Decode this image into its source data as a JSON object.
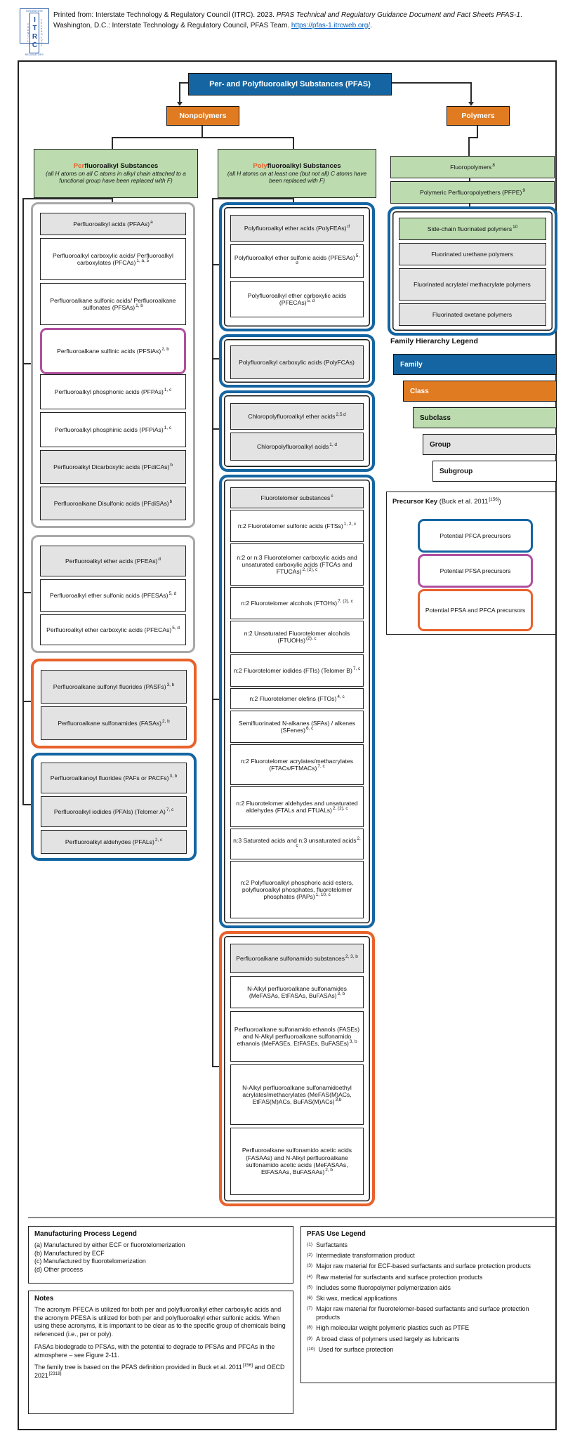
{
  "header": {
    "logo": {
      "center": "ITRC",
      "top": "INTERSTATE",
      "bottom": "REGULATORY",
      "left": "COUNCIL",
      "right": "TECHNOLOGY"
    },
    "citation": {
      "prefix": "Printed from: Interstate Technology & Regulatory Council (ITRC). 2023. ",
      "title_italic": "PFAS Technical and Regulatory Guidance Document and Fact Sheets PFAS-1",
      "middle": ". Washington, D.C.: Interstate Technology & Regulatory Council, PFAS Team. ",
      "link": "https://pfas-1.itrcweb.org/",
      "suffix": "."
    }
  },
  "tree": {
    "family": "Per- and Polyfluoroalkyl Substances (PFAS)",
    "nonpolymers": "Nonpolymers",
    "polymers": "Polymers"
  },
  "left": {
    "header": {
      "highlight": "Per",
      "title": "fluoroalkyl Substances",
      "subtitle": "(all H atoms on all C atoms in alkyl chain attached to a functional group have been replaced with F)"
    },
    "g1": [
      {
        "label": "Perfluoroalkyl acids (PFAAs)",
        "sup": "a"
      },
      {
        "label": "Perfluoroalkyl carboxylic acids/ Perfluoroalkyl carboxylates (PFCAs)",
        "sup": "1, a, 5"
      },
      {
        "label": "Perfluoroalkane sulfonic acids/ Perfluoroalkane sulfonates (PFSAs)",
        "sup": "1, b"
      },
      {
        "label": "Perfluoroalkane sulfinic acids (PFSiAs)",
        "sup": "2, b"
      },
      {
        "label": "Perfluoroalkyl phosphonic acids (PFPAs)",
        "sup": "1, c"
      },
      {
        "label": "Perfluoroalkyl phosphinic acids (PFPiAs)",
        "sup": "1, c"
      },
      {
        "label": "Perfluoroalkyl Dicarboxylic acids (PFdiCAs)",
        "sup": "b"
      },
      {
        "label": "Perfluoroalkane Disulfonic acids (PFdiSAs)",
        "sup": "b"
      }
    ],
    "g2": [
      {
        "label": "Perfluoroalkyl ether acids (PFEAs)",
        "sup": "d"
      },
      {
        "label": "Perfluoroalkyl ether sulfonic acids (PFESAs)",
        "sup": "5, d"
      },
      {
        "label": "Perfluoroalkyl ether carboxylic acids (PFECAs)",
        "sup": "5, d"
      }
    ],
    "g3": [
      {
        "label": "Perfluoroalkane sulfonyl fluorides (PASFs)",
        "sup": "3, b"
      },
      {
        "label": "Perfluoroalkane sulfonamides (FASAs)",
        "sup": "2, b"
      }
    ],
    "g4": [
      {
        "label": "Perfluoroalkanoyl fluorides (PAFs or PACFs)",
        "sup": "3, b"
      },
      {
        "label": "Perfluoroalkyl iodides (PFAIs) (Telomer A)",
        "sup": "7, c"
      },
      {
        "label": "Perfluoroalkyl aldehydes (PFALs)",
        "sup": "2, c"
      }
    ]
  },
  "mid": {
    "header": {
      "highlight": "Poly",
      "title": "fluoroalkyl Substances",
      "subtitle": "(all H atoms on at least one (but not all) C atoms have been replaced with F)"
    },
    "gA": [
      {
        "label": "Polyfluoroalkyl ether acids (PolyFEAs)",
        "sup": "d"
      },
      {
        "label": "Polyfluoroalkyl ether sulfonic acids (PFESAs)",
        "sup": "5, d"
      },
      {
        "label": "Polyfluoroalkyl ether carboxylic acids (PFECAs)",
        "sup": "5, d"
      }
    ],
    "gB": [
      {
        "label": "Polyfluoroalkyl carboxylic acids (PolyFCAs)",
        "sup": ""
      }
    ],
    "gC": [
      {
        "label": "Chloropolyfluoroalkyl ether acids",
        "sup": "2,5,d"
      },
      {
        "label": "Chloropolyfluoroalkyl acids",
        "sup": "1, d"
      }
    ],
    "gD": [
      {
        "label": "Fluorotelomer substances",
        "sup": "c"
      },
      {
        "label": "n:2 Fluorotelomer sulfonic acids (FTSs)",
        "sup": "1, 2, c"
      },
      {
        "label": "n:2 or n:3 Fluorotelomer carboxylic acids and unsaturated carboxylic acids (FTCAs and FTUCAs)",
        "sup": "2, (2), c"
      },
      {
        "label": "n:2 Fluorotelomer alcohols (FTOHs)",
        "sup": "7, (2), c"
      },
      {
        "label": "n:2 Unsaturated Fluorotelomer alcohols (FTUOHs)",
        "sup": "(2), c"
      },
      {
        "label": "n:2 Fluorotelomer iodides (FTIs) (Telomer B)",
        "sup": "7, c"
      },
      {
        "label": "n:2 Fluorotelomer olefins (FTOs)",
        "sup": "4, c"
      },
      {
        "label": "Semifluorinated N-alkanes (SFAs) / alkenes (SFenes)",
        "sup": "6, c"
      },
      {
        "label": "n:2 Fluorotelomer acrylates/methacrylates (FTACs/FTMACs)",
        "sup": "7, c"
      },
      {
        "label": "n:2 Fluorotelomer aldehydes and unsaturated aldehydes (FTALs and FTUALs)",
        "sup": "2, (2), c"
      },
      {
        "label": "n:3 Saturated acids and n:3 unsaturated acids",
        "sup": "2, c"
      },
      {
        "label": "n:2 Polyfluoroalkyl phosphoric acid esters, polyfluoroalkyl phosphates, fluorotelomer phosphates (PAPs)",
        "sup": "1, 10, c"
      }
    ],
    "gE": [
      {
        "label": "Perfluoroalkane sulfonamido substances",
        "sup": "2, 3, b"
      },
      {
        "label": "N-Alkyl perfluoroalkane sulfonamides (MeFASAs, EtFASAs, BuFASAs)",
        "sup": "3, b"
      },
      {
        "label": "Perfluoroalkane sulfonamido ethanols (FASEs) and N-Alkyl perfluoroalkane sulfonamido ethanols (MeFASEs, EtFASEs, BuFASEs)",
        "sup": "3, b"
      },
      {
        "label": "N-Alkyl perfluoroalkane sulfonamidoethyl acrylates/methacrylates (MeFAS(M)ACs, EtFAS(M)ACs, BuFAS(M)ACs)",
        "sup": "3,b"
      },
      {
        "label": "Perfluoroalkane sulfonamido acetic acids (FASAAs) and N-Alkyl perfluoroalkane sulfonamido acetic acids (MeFASAAs, EtFASAAs, BuFASAAs)",
        "sup": "2, b"
      }
    ]
  },
  "right": {
    "fluoropolymers": {
      "label": "Fluoropolymers",
      "sup": "8"
    },
    "pfpe": {
      "label": "Polymeric Perfluoropolyethers (PFPE)",
      "sup": "9"
    },
    "sidechain": [
      {
        "label": "Side-chain fluorinated polymers",
        "sup": "10"
      },
      {
        "label": "Fluorinated urethane polymers",
        "sup": ""
      },
      {
        "label": "Fluorinated acrylate/ methacrylate polymers",
        "sup": ""
      },
      {
        "label": "Fluorinated oxetane polymers",
        "sup": ""
      }
    ]
  },
  "family_legend": {
    "title": "Family Hierarchy Legend",
    "items": [
      {
        "label": "Family"
      },
      {
        "label": "Class"
      },
      {
        "label": "Subclass"
      },
      {
        "label": "Group"
      },
      {
        "label": "Subgroup"
      }
    ]
  },
  "precursor_key": {
    "title": "Precursor Key",
    "cite": " (Buck et al. 2011",
    "cite_sup": "[156]",
    "cite_close": ")",
    "items": [
      {
        "label": "Potential PFCA precursors"
      },
      {
        "label": "Potential PFSA precursors"
      },
      {
        "label": "Potential PFSA and PFCA precursors"
      }
    ]
  },
  "mfg_legend": {
    "title": "Manufacturing Process Legend",
    "items": [
      "(a) Manufactured by either ECF or fluorotelomerization",
      "(b) Manufactured by ECF",
      "(c) Manufactured by fluorotelomerization",
      "(d) Other process"
    ]
  },
  "notes": {
    "title": "Notes",
    "para1": "The acronym PFECA is utilized for both per and polyfluoroalkyl ether carboxylic acids and the acronym PFESA is utilized for both per and polyfluoroalkyl ether sulfonic acids. When using these acronyms, it is important to be clear as to the specific group of chemicals being referenced (i.e., per or poly).",
    "para2": "FASAs biodegrade to PFSAs, with the potential to degrade to PFSAs and PFCAs in the atmosphere – see Figure 2-11.",
    "para3_pre": "The family tree is based on the PFAS definition provided in Buck et al. 2011",
    "para3_sup1": "[156]",
    "para3_mid": " and OECD 2021",
    "para3_sup2": "[2318]"
  },
  "use_legend": {
    "title": "PFAS Use Legend",
    "items": [
      {
        "n": "(1)",
        "text": "Surfactants"
      },
      {
        "n": "(2)",
        "text": "Intermediate transformation product"
      },
      {
        "n": "(3)",
        "text": "Major raw material for ECF-based surfactants and surface protection products"
      },
      {
        "n": "(4)",
        "text": "Raw material for surfactants and surface protection products"
      },
      {
        "n": "(5)",
        "text": "Includes some fluoropolymer polymerization aids"
      },
      {
        "n": "(6)",
        "text": "Ski wax, medical applications"
      },
      {
        "n": "(7)",
        "text": "Major raw material for fluorotelomer-based surfactants and surface protection products"
      },
      {
        "n": "(8)",
        "text": "High molecular weight polymeric plastics such as PTFE"
      },
      {
        "n": "(9)",
        "text": "A broad class of polymers used largely as lubricants"
      },
      {
        "n": "(10)",
        "text": "Used for surface protection"
      }
    ]
  },
  "colors": {
    "family_blue": "#1465A1",
    "class_orange": "#E07B22",
    "subclass_green": "#BCDCB0",
    "group_gray": "#E3E3E3",
    "magenta": "#B0509E",
    "precursor_orange": "#E8622B"
  }
}
